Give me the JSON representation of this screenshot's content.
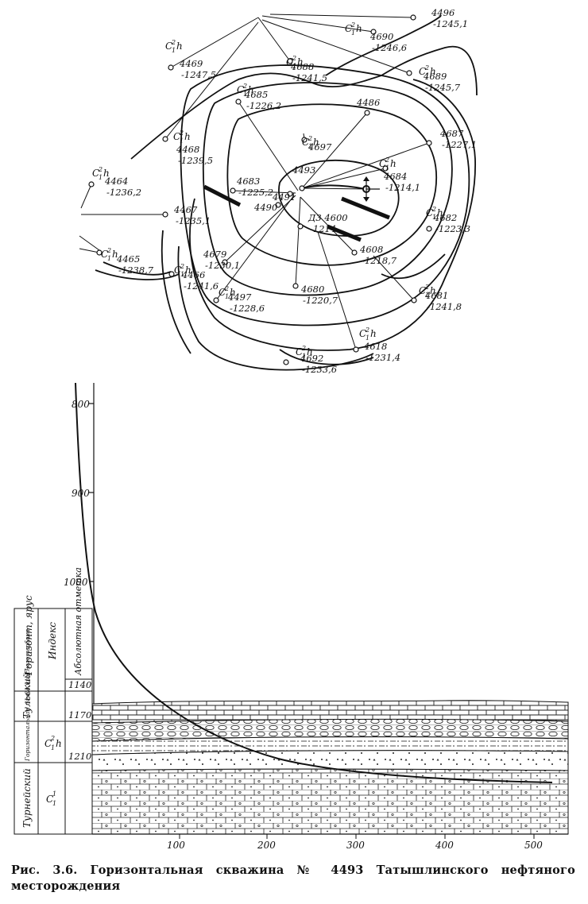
{
  "map": {
    "wells": [
      {
        "num": "4496",
        "alt": "-1245,1"
      },
      {
        "num": "4690",
        "alt": "-1246,6",
        "hz": "C12h"
      },
      {
        "num": "4469",
        "alt": "-1247,5",
        "hz": "C12h"
      },
      {
        "num": "4688",
        "alt": "-1241,5",
        "hz": "C12h"
      },
      {
        "num": "4689",
        "alt": "-1245,7",
        "hz": "C12h"
      },
      {
        "num": "4685",
        "alt": "-1226,2",
        "hz": "C12h"
      },
      {
        "num": "4486",
        "alt": ""
      },
      {
        "num": "4687",
        "alt": "-1227,1"
      },
      {
        "num": "4468",
        "alt": "-1239,5",
        "hz": "C12h"
      },
      {
        "num": "4697",
        "alt": "",
        "hz": "C12h"
      },
      {
        "num": "4464",
        "alt": "-1236,2",
        "hz": "C12h"
      },
      {
        "num": "4493",
        "alt": ""
      },
      {
        "num": "4684",
        "alt": "-1214,1",
        "hz": "C12h"
      },
      {
        "num": "4683",
        "alt": "-1225,2"
      },
      {
        "num": "4491",
        "alt": ""
      },
      {
        "num": "4490",
        "alt": ""
      },
      {
        "num": "4600",
        "alt": "-1214",
        "prefix": "Д3"
      },
      {
        "num": "4467",
        "alt": "-1235,1"
      },
      {
        "num": "4682",
        "alt": "-1223,3",
        "hz": "C12h"
      },
      {
        "num": "4465",
        "alt": "-1238,7",
        "hz": "C12h"
      },
      {
        "num": "4679",
        "alt": "-1230,1"
      },
      {
        "num": "4608",
        "alt": "-1218,7"
      },
      {
        "num": "4466",
        "alt": "-1241,6",
        "hz": "C12h"
      },
      {
        "num": "4497",
        "alt": "-1228,6",
        "hz": "C12h"
      },
      {
        "num": "4680",
        "alt": "-1220,7"
      },
      {
        "num": "4681",
        "alt": "-1241,8",
        "hz": "C12h"
      },
      {
        "num": "4618",
        "alt": "-1231,4",
        "hz": "C12h"
      },
      {
        "num": "4692",
        "alt": "-1233,6",
        "hz": "C12h"
      }
    ]
  },
  "profile": {
    "depth_ticks": [
      "800",
      "900",
      "1000"
    ],
    "x_ticks": [
      "100",
      "200",
      "300",
      "400",
      "500"
    ],
    "table": {
      "headers": [
        "Горизонт, ярус",
        "Индекс",
        "Абсолютная отметка"
      ],
      "marks": [
        "1140",
        "1170",
        "1210"
      ],
      "rows": [
        {
          "horizon": "Тульский",
          "index": ""
        },
        {
          "horizon": "Горизонтальная пачка нижнего карбона",
          "index": "C12h"
        },
        {
          "horizon": "Турнейский",
          "index": "C11"
        }
      ]
    }
  },
  "caption": "Рис. 3.6. Горизонтальная скважина № 4493 Татышлинского нефтяного месторождения"
}
